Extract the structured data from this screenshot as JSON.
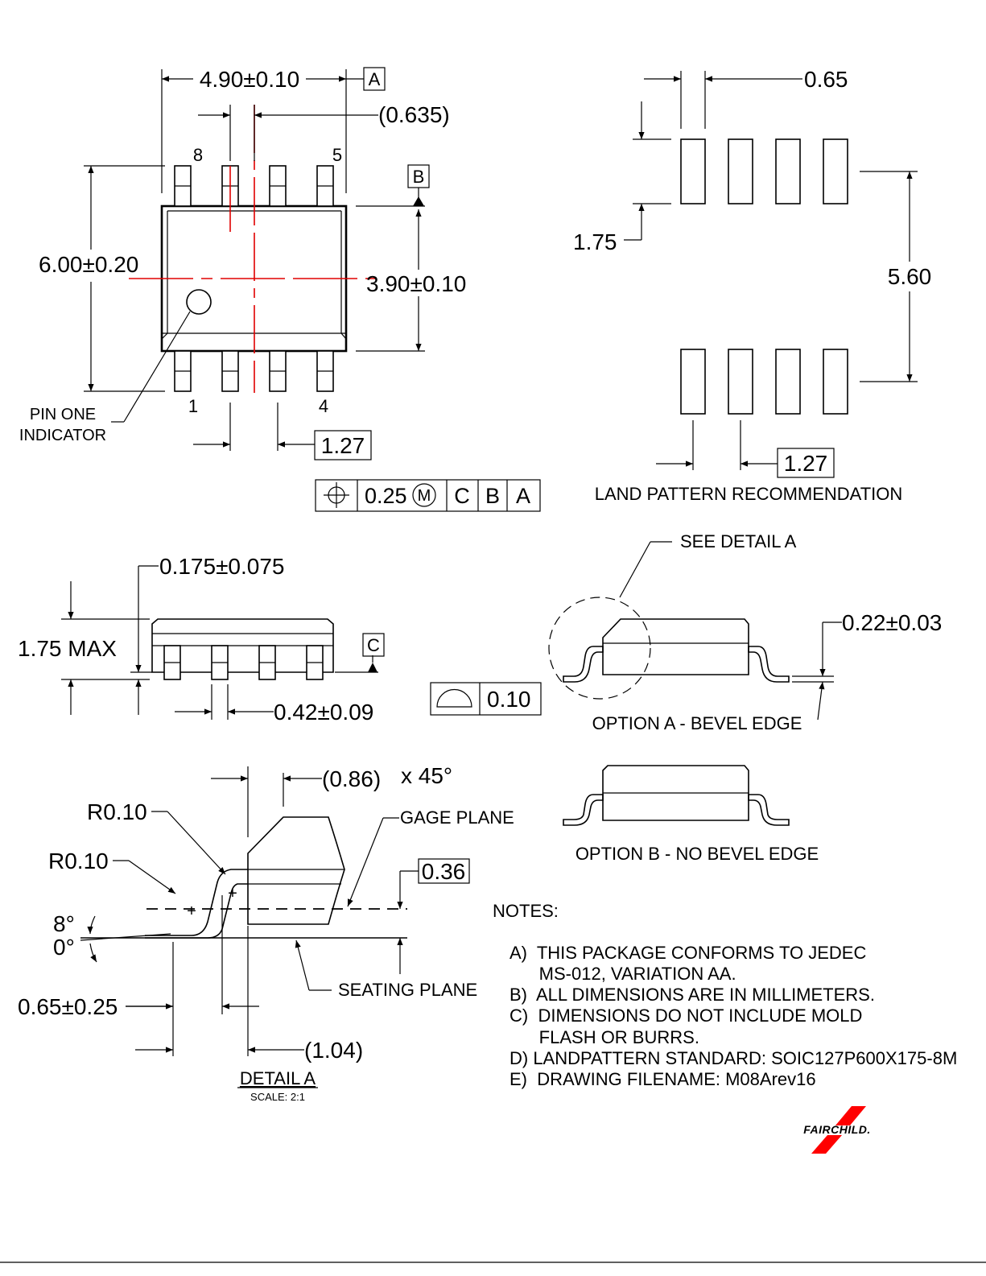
{
  "top_view": {
    "dim_length": "4.90±0.10",
    "datum_a": "A",
    "dim_pitch_ref": "(0.635)",
    "pin_8": "8",
    "pin_5": "5",
    "pin_1": "1",
    "pin_4": "4",
    "datum_b": "B",
    "dim_total_width": "6.00±0.20",
    "dim_body_width": "3.90±0.10",
    "pin_one_line1": "PIN ONE",
    "pin_one_line2": "INDICATOR",
    "dim_pitch": "1.27",
    "fcf_value": "0.25",
    "fcf_modifier": "M",
    "fcf_datum_c": "C",
    "fcf_datum_b": "B",
    "fcf_datum_a": "A"
  },
  "land_pattern": {
    "dim_pad_width": "0.65",
    "dim_pad_length": "1.75",
    "dim_row_spacing": "5.60",
    "dim_pitch": "1.27",
    "title": "LAND PATTERN RECOMMENDATION"
  },
  "side_view": {
    "dim_standoff": "0.175±0.075",
    "dim_height": "1.75 MAX",
    "datum_c": "C",
    "dim_lead_width": "0.42±0.09",
    "flatness_value": "0.10"
  },
  "option_a": {
    "see_detail": "SEE DETAIL A",
    "dim_lead_thickness": "0.22±0.03",
    "title": "OPTION A - BEVEL EDGE"
  },
  "option_b": {
    "title": "OPTION B - NO BEVEL EDGE"
  },
  "detail_a": {
    "dim_chamfer": "(0.86)",
    "chamfer_angle": "x 45°",
    "radius_upper": "R0.10",
    "radius_lower": "R0.10",
    "gage_plane": "GAGE PLANE",
    "dim_gage": "0.36",
    "angle_max": "8°",
    "angle_min": "0°",
    "seating_plane": "SEATING PLANE",
    "dim_foot_length": "0.65±0.25",
    "dim_footprint": "(1.04)",
    "title": "DETAIL A",
    "scale": "SCALE: 2:1"
  },
  "notes": {
    "heading": "NOTES:",
    "lines": [
      "A)  THIS PACKAGE CONFORMS TO JEDEC",
      "      MS-012, VARIATION AA.",
      "B)  ALL DIMENSIONS ARE IN MILLIMETERS.",
      "C)  DIMENSIONS DO NOT INCLUDE MOLD",
      "      FLASH OR BURRS.",
      "D) LANDPATTERN STANDARD: SOIC127P600X175-8M",
      "E)  DRAWING FILENAME: M08Arev16"
    ]
  },
  "logo": {
    "text": "FAIRCHILD.",
    "color": "#ff0000"
  }
}
